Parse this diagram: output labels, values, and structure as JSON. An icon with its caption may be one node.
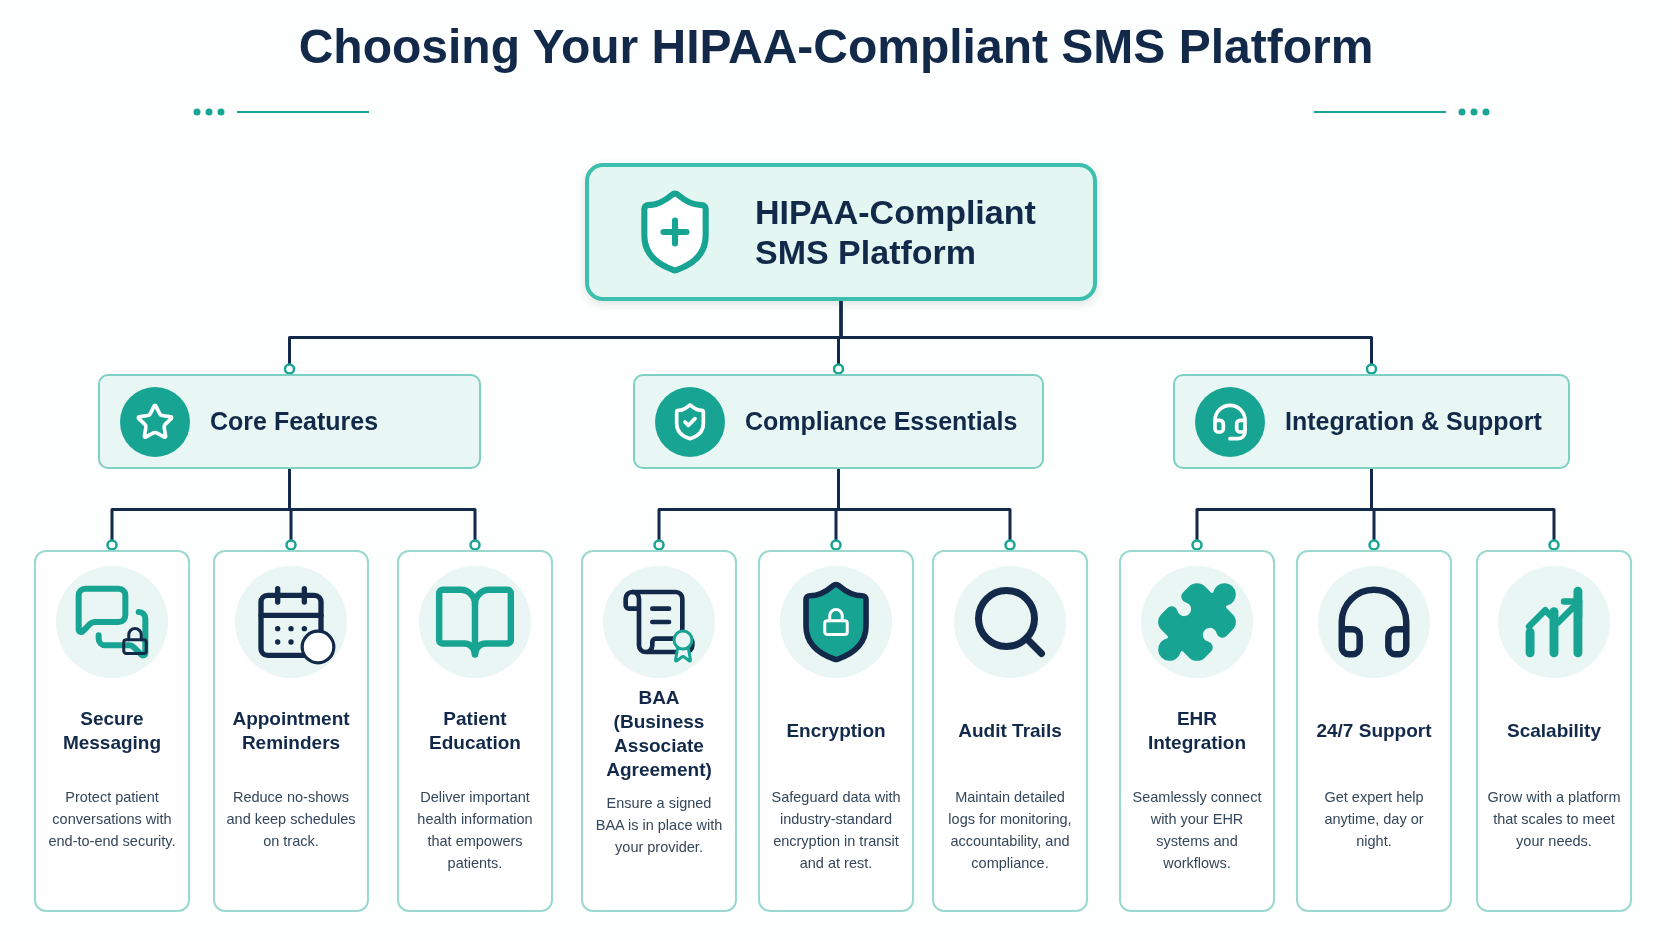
{
  "diagram": {
    "title": "Choosing Your **HIPAA-Compliant SMS Platform**",
    "nodes": [
      {
        "text": [
          "HIPAA-Compliant SMS Platform"
        ]
      },
      {
        "text": [
          "Core Features"
        ]
      },
      {
        "text": [
          "Compliance Essentials"
        ]
      },
      {
        "text": [
          "Integration & Support"
        ]
      },
      {
        "text": [
          "Secure Messaging",
          "Protect patient conversations with end-to-end security."
        ]
      },
      {
        "text": [
          "Appointment Reminders",
          "Reduce no-shows and keep schedules on track."
        ]
      },
      {
        "text": [
          "Patient Education",
          "Deliver important health information that empowers patients."
        ]
      },
      {
        "text": [
          "BAA (Business Associate Agreement)",
          "Ensure a signed BAA is in place with your provider."
        ]
      },
      {
        "text": [
          "Encryption",
          "Safeguard data with industry-standard encryption in transit and at rest."
        ]
      },
      {
        "text": [
          "Audit Trails",
          "Maintain detailed logs for monitoring, accountability, and compliance."
        ]
      },
      {
        "text": [
          "EHR Integration",
          "Seamlessly connect with your EHR systems and workflows."
        ]
      },
      {
        "text": [
          "24/7 Support",
          "Get expert help anytime, day or night."
        ]
      },
      {
        "text": [
          "Scalability",
          "Grow with a platform that scales to meet your needs."
        ]
      }
    ],
    "edges": [
      {
        "from": 0,
        "to": 1,
        "arrow": "other"
      },
      {
        "from": 0,
        "to": 2,
        "arrow": "other"
      },
      {
        "from": 0,
        "to": 3,
        "arrow": "other"
      },
      {
        "from": 1,
        "to": 4,
        "arrow": "other"
      },
      {
        "from": 1,
        "to": 5,
        "arrow": "other"
      },
      {
        "from": 1,
        "to": 6,
        "arrow": "other"
      },
      {
        "from": 2,
        "to": 7,
        "arrow": "other"
      },
      {
        "from": 2,
        "to": 8,
        "arrow": "other"
      },
      {
        "from": 2,
        "to": 9,
        "arrow": "other"
      },
      {
        "from": 3,
        "to": 10,
        "arrow": "other"
      },
      {
        "from": 3,
        "to": 11,
        "arrow": "other"
      },
      {
        "from": 3,
        "to": 12,
        "arrow": "other"
      }
    ]
  }
}
